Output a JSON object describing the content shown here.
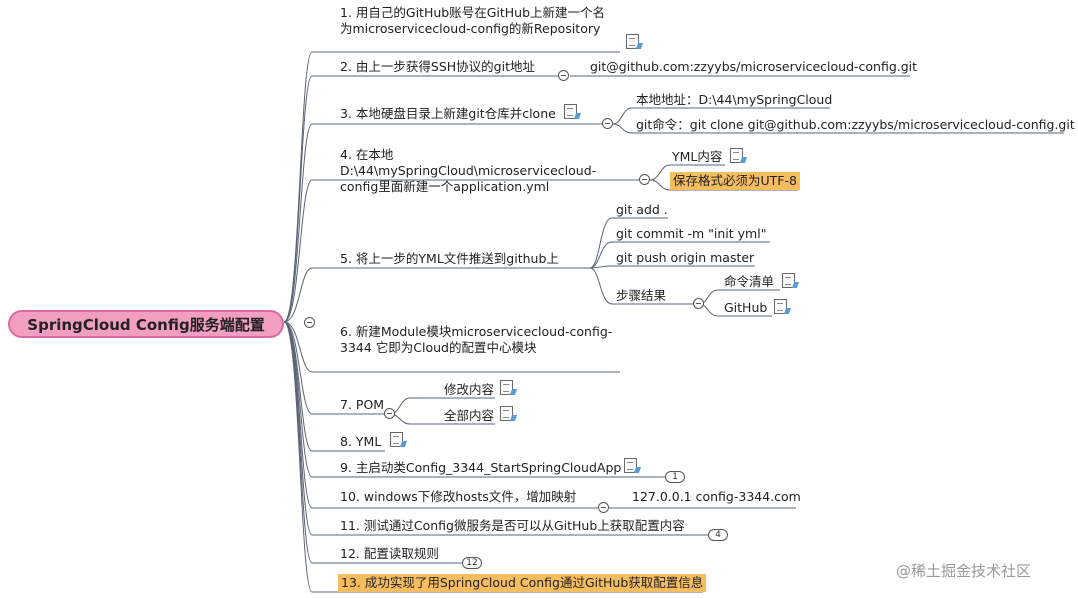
{
  "root": "SpringCloud Config服务端配置",
  "branches": {
    "b1": {
      "label": "1. 用自己的GitHub账号在GitHub上新建一个名为microservicecloud-config的新Repository"
    },
    "b2": {
      "label": "2. 由上一步获得SSH协议的git地址",
      "child": "git@github.com:zzyybs/microservicecloud-config.git"
    },
    "b3": {
      "label": "3. 本地硬盘目录上新建git仓库并clone",
      "children": [
        "本地地址：D:\\44\\mySpringCloud",
        "git命令：git clone git@github.com:zzyybs/microservicecloud-config.git"
      ]
    },
    "b4": {
      "label": "4. 在本地D:\\44\\mySpringCloud\\microservicecloud-config里面新建一个application.yml",
      "children": [
        "YML内容",
        "保存格式必须为UTF-8"
      ]
    },
    "b5": {
      "label": "5. 将上一步的YML文件推送到github上",
      "children": [
        "git add .",
        "git commit -m \"init yml\"",
        "git push origin master",
        "步骤结果"
      ],
      "grandchildren": [
        "命令清单",
        "GitHub"
      ]
    },
    "b6": {
      "label": "6. 新建Module模块microservicecloud-config-3344 它即为Cloud的配置中心模块"
    },
    "b7": {
      "label": "7. POM",
      "children": [
        "修改内容",
        "全部内容"
      ]
    },
    "b8": {
      "label": "8. YML"
    },
    "b9": {
      "label": "9. 主启动类Config_3344_StartSpringCloudApp",
      "count": "1"
    },
    "b10": {
      "label": "10. windows下修改hosts文件，增加映射",
      "child": "127.0.0.1  config-3344.com"
    },
    "b11": {
      "label": "11. 测试通过Config微服务是否可以从GitHub上获取配置内容",
      "count": "4"
    },
    "b12": {
      "label": "12. 配置读取规则",
      "count": "12"
    },
    "b13": {
      "label": "13. 成功实现了用SpringCloud Config通过GitHub获取配置信息"
    }
  },
  "watermark": "@稀土掘金技术社区"
}
